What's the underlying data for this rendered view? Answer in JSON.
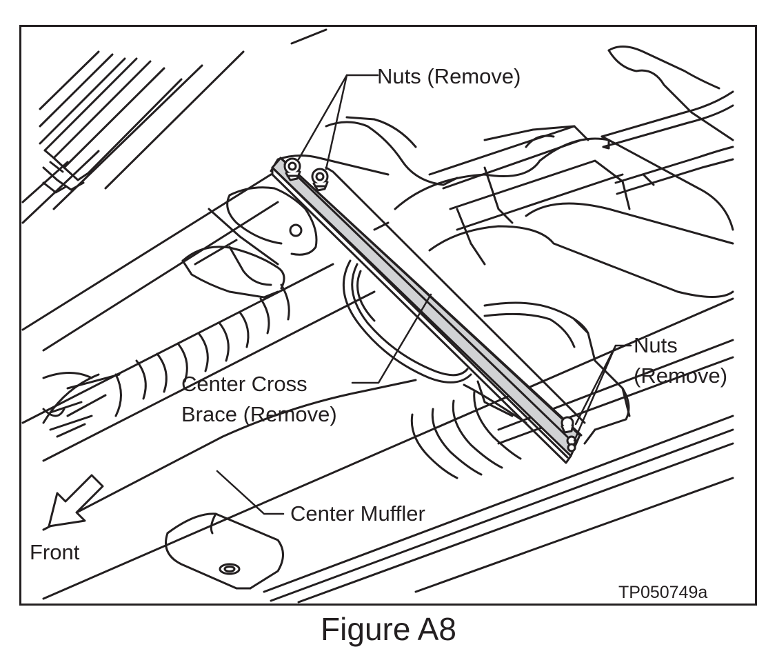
{
  "figure": {
    "caption": "Figure A8",
    "reference_code": "TP050749a"
  },
  "labels": {
    "nuts_top": "Nuts (Remove)",
    "nuts_right_line1": "Nuts",
    "nuts_right_line2": "(Remove)",
    "brace_line1": "Center Cross",
    "brace_line2": "Brace (Remove)",
    "muffler": "Center Muffler",
    "front": "Front"
  },
  "colors": {
    "line": "#231f20",
    "brace_fill": "#d1d2d4",
    "background": "#ffffff"
  },
  "icons": {
    "front_arrow": "arrow-down-left-icon",
    "nut": "nut-icon"
  }
}
